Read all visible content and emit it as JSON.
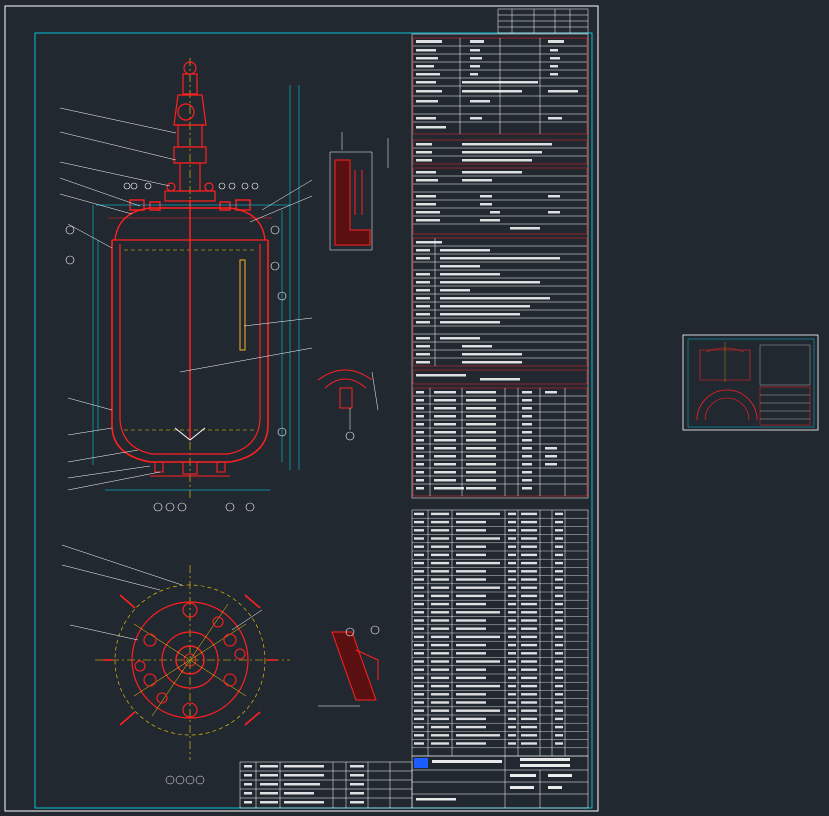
{
  "drawing": {
    "background": "#212830",
    "colors": {
      "frame": "#ffffff",
      "border": "#00e5ff",
      "vessel": "#ff2020",
      "centerline": "#ffd000",
      "detail": "#ffffff",
      "dimension": "#00e5ff",
      "pipe": "#ffb020",
      "logo": "#1a5cff"
    },
    "thumbnail_label": "",
    "detail_views": [
      "detail-upper",
      "detail-middle",
      "detail-lower"
    ]
  }
}
